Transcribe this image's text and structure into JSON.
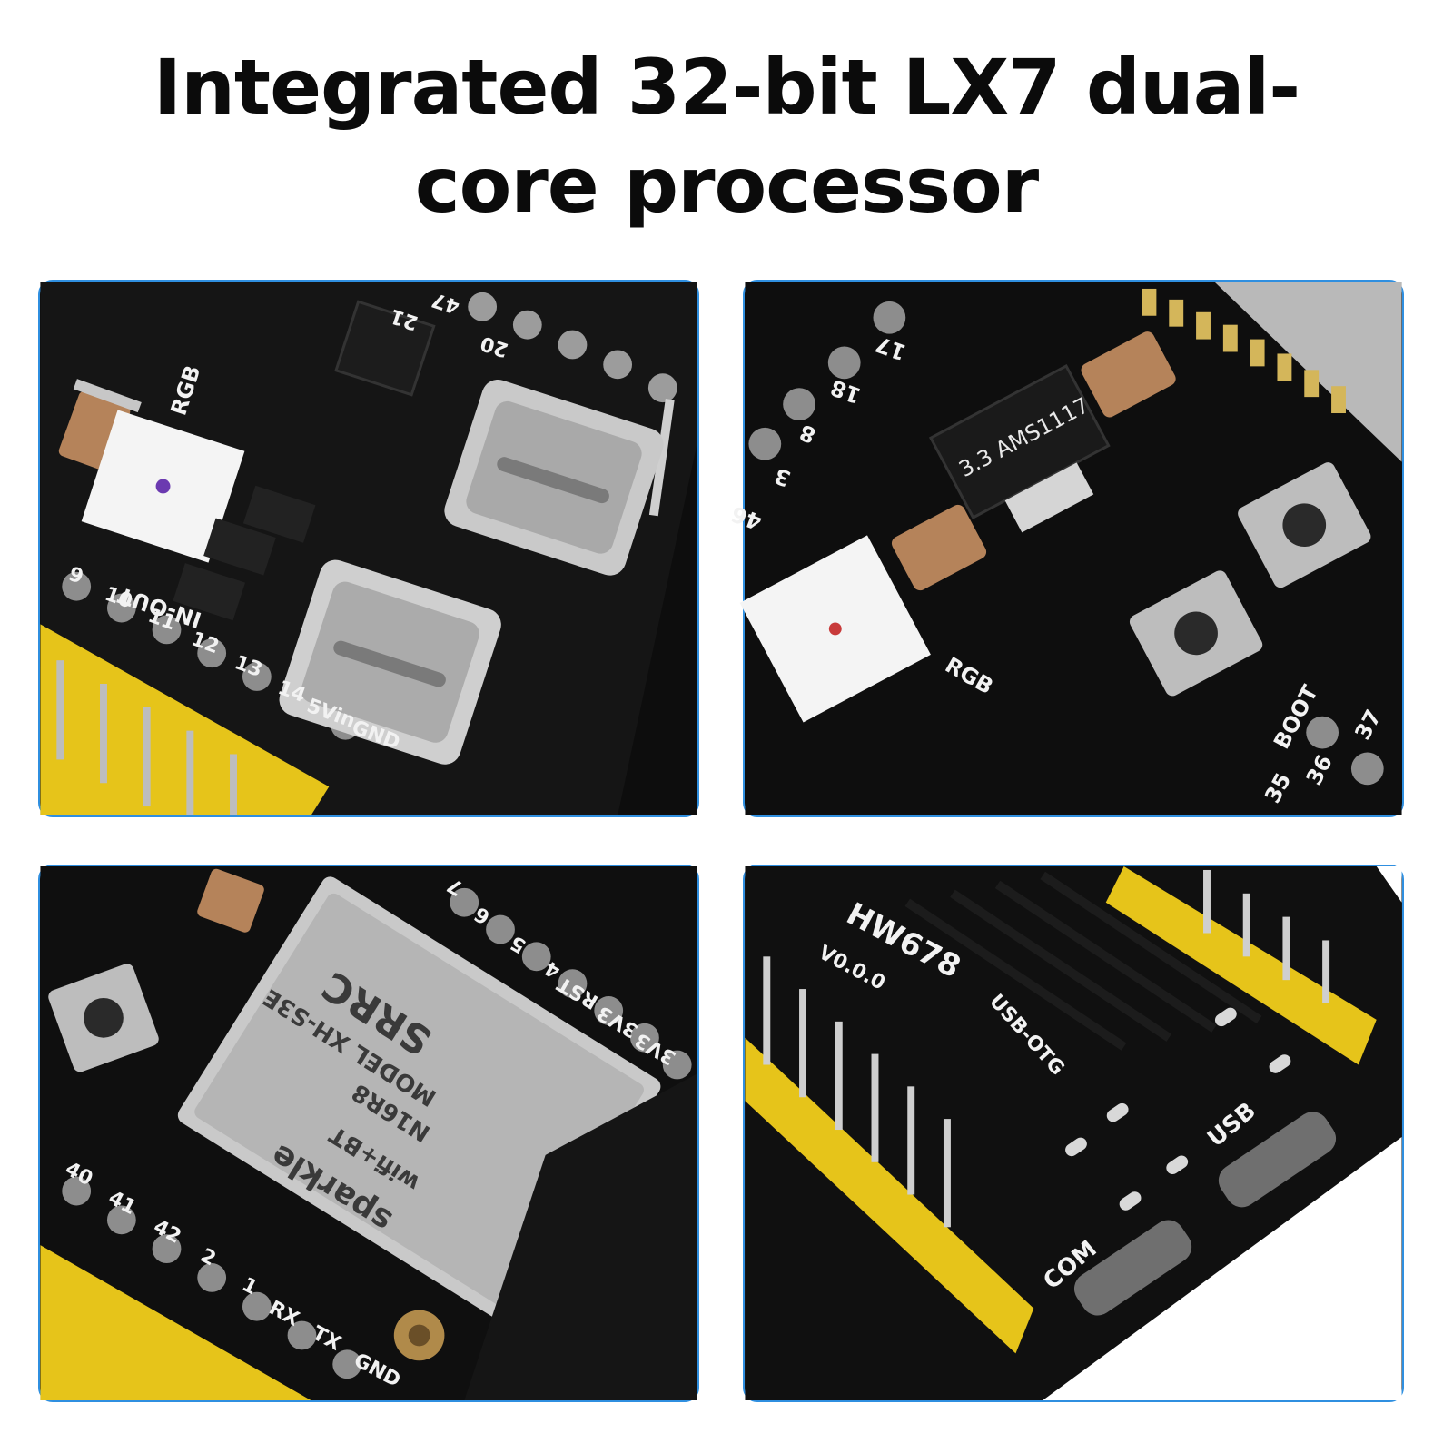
{
  "headline": {
    "line1": "Integrated 32-bit LX7 dual-",
    "line2": "core processor"
  },
  "colors": {
    "panel_border": "#2f8fe0",
    "pcb": "#0d0d0d",
    "header_pin": "#f5d21c",
    "silver": "#c9c9c9",
    "led_white": "#f4f4f4",
    "capacitor": "#b5835a"
  },
  "panel1": {
    "labels": {
      "rgb": "RGB",
      "in_out": "IN-OUT",
      "pins": [
        "9",
        "10",
        "11",
        "12",
        "13",
        "14"
      ],
      "top_pins": [
        "21",
        "47",
        "20"
      ],
      "vin": "5Vin",
      "gnd": "GND"
    }
  },
  "panel2": {
    "labels": {
      "pins_left": [
        "17",
        "18",
        "8",
        "3",
        "46"
      ],
      "regulator": "3.3 AMS1117",
      "rgb": "RGB",
      "boot": "BOOT",
      "pins_bottom": [
        "35",
        "36",
        "37"
      ]
    }
  },
  "panel3": {
    "labels": {
      "brand": "SRRC",
      "model": "MODEL XH-S3E",
      "variant": "N16R8",
      "wifi": "wifi+BT",
      "maker": "sparkle",
      "pins_right": [
        "7",
        "6",
        "5",
        "4",
        "RST",
        "3V3",
        "3V3"
      ],
      "pins_bottom": [
        "40",
        "41",
        "42",
        "2",
        "1",
        "RX",
        "TX",
        "GND"
      ]
    }
  },
  "panel4": {
    "labels": {
      "board": "HW678",
      "version": "V0.0.0",
      "otg": "USB-OTG",
      "usb": "USB",
      "com": "COM"
    }
  }
}
